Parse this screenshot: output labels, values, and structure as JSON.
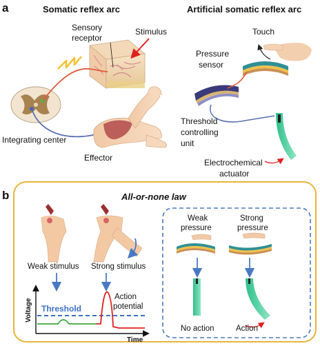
{
  "panel_a": {
    "letter": "a",
    "left_title": "Somatic reflex arc",
    "right_title": "Artificial somatic reflex arc",
    "sensory_receptor": "Sensory",
    "sensory_receptor_2": "receptor",
    "stimulus": "Stimulus",
    "integrating_center": "Integrating center",
    "effector": "Effector",
    "touch": "Touch",
    "pressure_sensor": "Pressure",
    "pressure_sensor_2": "sensor",
    "threshold_unit_1": "Threshold",
    "threshold_unit_2": "controlling",
    "threshold_unit_3": "unit",
    "actuator_1": "Electrochemical",
    "actuator_2": "actuator"
  },
  "panel_b": {
    "letter": "b",
    "law": "All-or-none law",
    "weak_stimulus": "Weak stimulus",
    "strong_stimulus": "Strong stimulus",
    "action_potential_1": "Action",
    "action_potential_2": "potential",
    "threshold": "Threshold",
    "voltage": "Voltage",
    "time": "Time",
    "weak_pressure_1": "Weak",
    "weak_pressure_2": "pressure",
    "strong_pressure_1": "Strong",
    "strong_pressure_2": "pressure",
    "no_action": "No action",
    "action": "Action"
  },
  "colors": {
    "frame": "#e8b43a",
    "arrow_blue": "#4a78c2",
    "threshold_blue": "#3a6fc4",
    "nerve_red": "#e05a3a",
    "nerve_blue": "#5a6fb0",
    "actuator_green": "#3fc99a",
    "spike_red": "#e02020",
    "baseline_green": "#3aa83a"
  }
}
